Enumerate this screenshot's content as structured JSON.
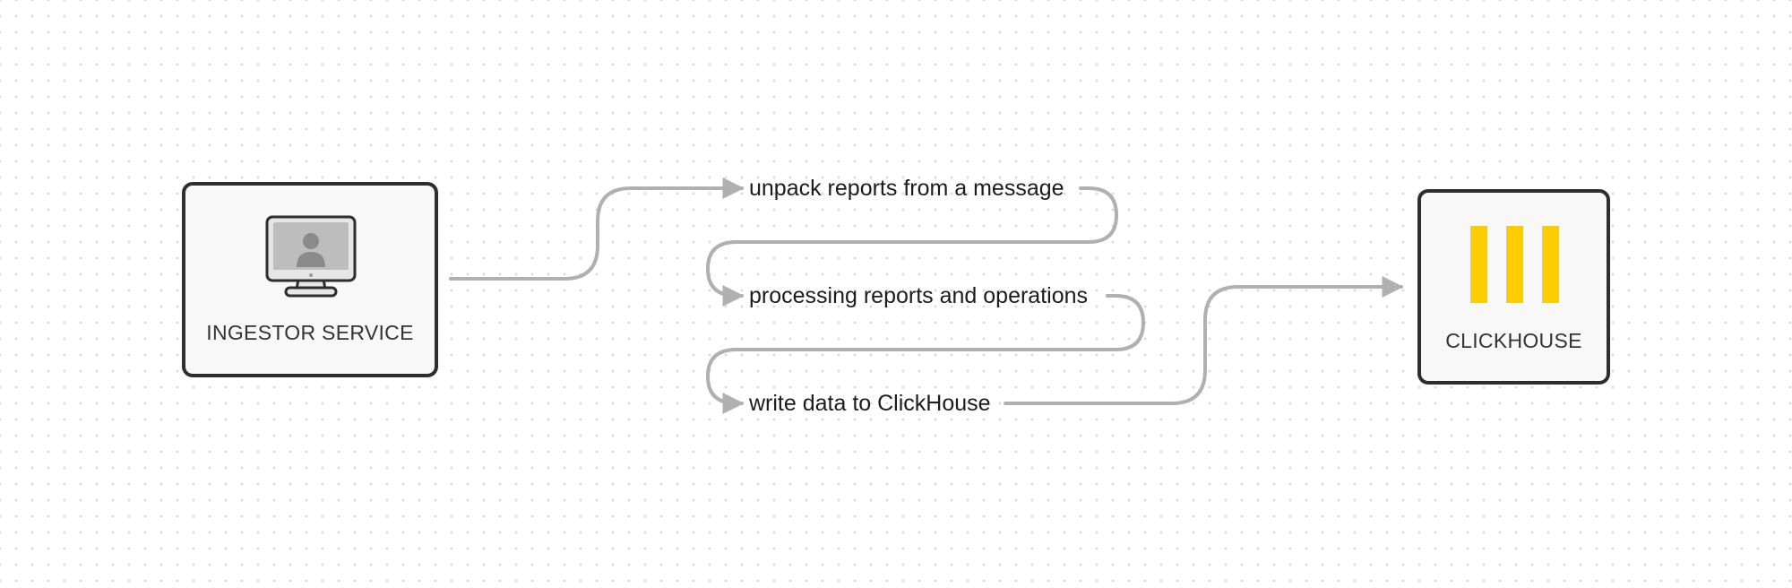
{
  "nodes": {
    "ingestor": {
      "label": "INGESTOR SERVICE",
      "icon": "monitor-user-icon"
    },
    "clickhouse": {
      "label": "CLICKHOUSE",
      "icon": "clickhouse-logo-icon",
      "brand_color": "#ffcc01"
    }
  },
  "steps": [
    {
      "label": "unpack reports from a message"
    },
    {
      "label": "processing reports and operations"
    },
    {
      "label": "write data to ClickHouse"
    }
  ],
  "colors": {
    "connector": "#b0b0b0",
    "node_border": "#2e2e2e",
    "node_fill": "#f7f8f7",
    "text": "#1c1c1c"
  }
}
